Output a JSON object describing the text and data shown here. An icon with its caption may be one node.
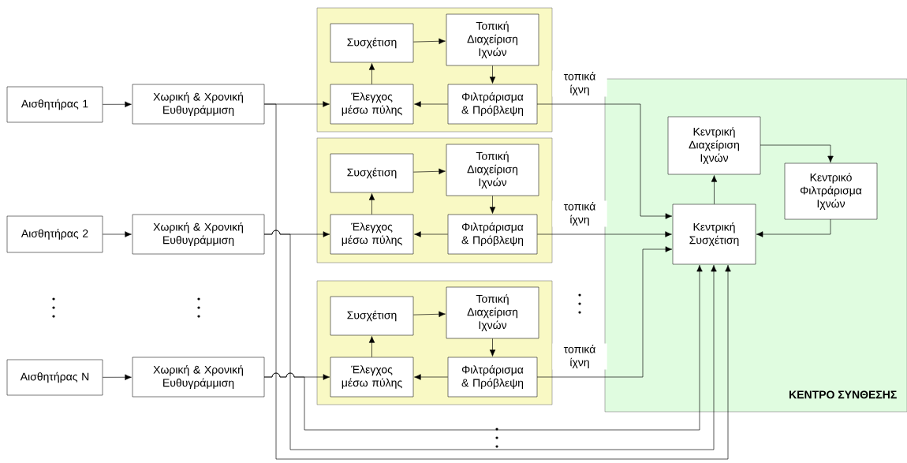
{
  "diagram": {
    "nodes": [
      {
        "text": [
          "Αισθητήρας 1"
        ]
      },
      {
        "text": [
          "Χωρική & Χρονική Ευθυγράμμιση"
        ]
      },
      {
        "text": [
          "Αισθητήρας 2"
        ]
      },
      {
        "text": [
          "Χωρική & Χρονική Ευθυγράμμιση"
        ]
      },
      {
        "text": [
          "Αισθητήρας N"
        ]
      },
      {
        "text": [
          "Χωρική & Χρονική Ευθυγράμμιση"
        ]
      },
      {
        "text": [],
        "shape": "box"
      },
      {
        "text": [
          "Συσχέτιση"
        ],
        "in": 6
      },
      {
        "text": [
          "Τοπική Διαχείριση Ιχνών"
        ],
        "in": 6
      },
      {
        "text": [
          "Έλεγχος μέσω πύλης"
        ],
        "in": 6
      },
      {
        "text": [
          "Φιλτράρισμα & Πρόβλεψη"
        ],
        "in": 6
      },
      {
        "text": [],
        "shape": "box"
      },
      {
        "text": [
          "Συσχέτιση"
        ],
        "in": 11
      },
      {
        "text": [
          "Τοπική Διαχείριση Ιχνών"
        ],
        "in": 11
      },
      {
        "text": [
          "Έλεγχος μέσω πύλης"
        ],
        "in": 11
      },
      {
        "text": [
          "Φιλτράρισμα & Πρόβλεψη"
        ],
        "in": 11
      },
      {
        "text": [],
        "shape": "box"
      },
      {
        "text": [
          "Συσχέτιση"
        ],
        "in": 16
      },
      {
        "text": [
          "Τοπική Διαχείριση Ιχνών"
        ],
        "in": 16
      },
      {
        "text": [
          "Έλεγχος μέσω πύλης"
        ],
        "in": 16
      },
      {
        "text": [
          "Φιλτράρισμα & Πρόβλεψη"
        ],
        "in": 16
      },
      {
        "text": [
          "ΚΕΝΤΡΟ ΣΥΝΘΕΣΗΣ"
        ]
      },
      {
        "text": [
          "Κεντρική Διαχείριση Ιχνών"
        ],
        "in": 21
      },
      {
        "text": [
          "Κεντρικό Φιλτράρισμα Ιχνών"
        ],
        "in": 21
      },
      {
        "text": [
          "Κεντρική Συσχέτιση"
        ],
        "in": 21
      }
    ],
    "edges": [
      {
        "from": 0,
        "to": 1,
        "arrow": "to"
      },
      {
        "from": 2,
        "to": 3,
        "arrow": "to"
      },
      {
        "from": 4,
        "to": 5,
        "arrow": "to"
      },
      {
        "from": 1,
        "to": 9,
        "arrow": "to"
      },
      {
        "from": 3,
        "to": 14,
        "arrow": "to"
      },
      {
        "from": 5,
        "to": 19,
        "arrow": "to"
      },
      {
        "from": 9,
        "to": 7,
        "arrow": "to"
      },
      {
        "from": 7,
        "to": 8,
        "arrow": "to"
      },
      {
        "from": 8,
        "to": 10,
        "arrow": "to"
      },
      {
        "from": 10,
        "to": 9,
        "arrow": "to"
      },
      {
        "from": 14,
        "to": 12,
        "arrow": "to"
      },
      {
        "from": 12,
        "to": 13,
        "arrow": "to"
      },
      {
        "from": 13,
        "to": 15,
        "arrow": "to"
      },
      {
        "from": 15,
        "to": 14,
        "arrow": "to"
      },
      {
        "from": 19,
        "to": 17,
        "arrow": "to"
      },
      {
        "from": 17,
        "to": 18,
        "arrow": "to"
      },
      {
        "from": 18,
        "to": 20,
        "arrow": "to"
      },
      {
        "from": 20,
        "to": 19,
        "arrow": "to"
      },
      {
        "from": 10,
        "to": 24,
        "arrow": "to",
        "label": "τοπικά ίχνη"
      },
      {
        "from": 15,
        "to": 24,
        "arrow": "to",
        "label": "τοπικά ίχνη"
      },
      {
        "from": 20,
        "to": 24,
        "arrow": "to",
        "label": "τοπικά ίχνη"
      },
      {
        "from": 24,
        "to": 22,
        "arrow": "to"
      },
      {
        "from": 22,
        "to": 23,
        "arrow": "to"
      },
      {
        "from": 23,
        "to": 24,
        "arrow": "to"
      },
      {
        "from": 1,
        "to": 24,
        "arrow": "to"
      },
      {
        "from": 3,
        "to": 24,
        "arrow": "to"
      },
      {
        "from": 5,
        "to": 24,
        "arrow": "to"
      }
    ]
  }
}
